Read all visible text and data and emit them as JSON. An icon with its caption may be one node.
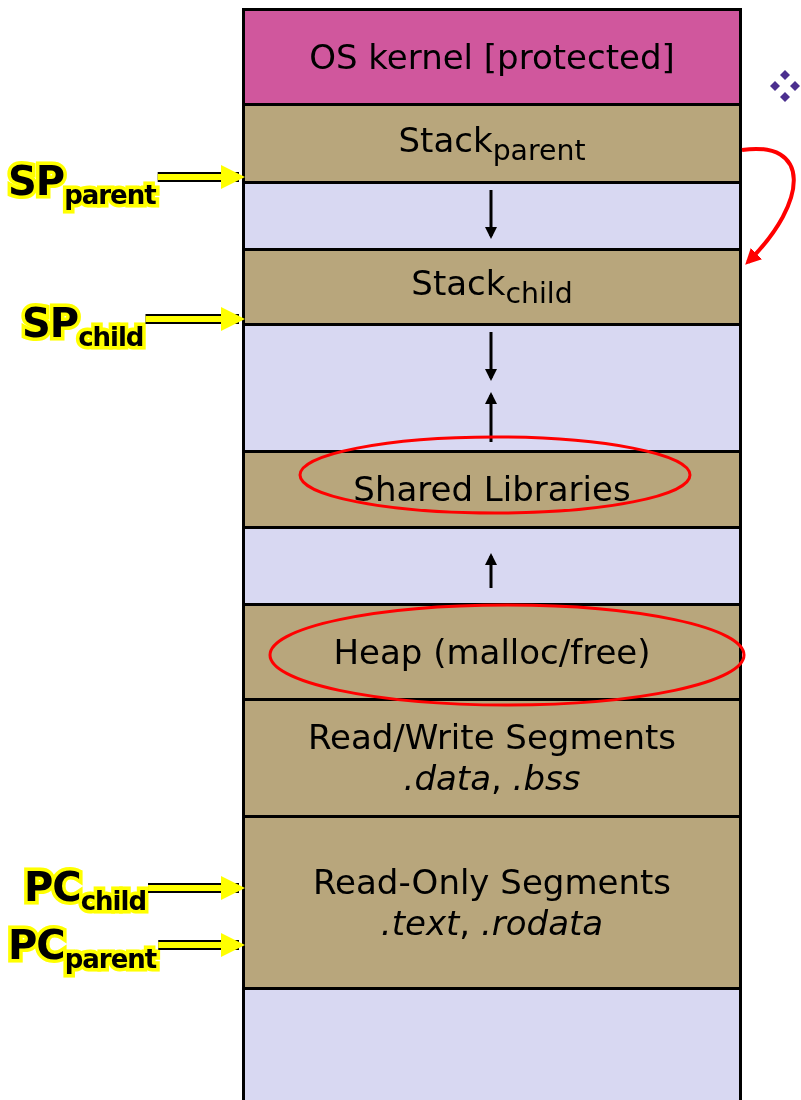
{
  "diagram": {
    "nodes": [
      {
        "text": [
          "OS kernel [protected]"
        ]
      },
      {
        "text": [
          "Stack$_{parent}$"
        ]
      },
      {
        "text": [],
        "shape": "box"
      },
      {
        "text": [
          "Stack$_{child}$"
        ]
      },
      {
        "text": [],
        "shape": "box"
      },
      {
        "text": [
          "Shared Libraries"
        ]
      },
      {
        "text": [],
        "shape": "box"
      },
      {
        "text": [
          "Heap (malloc/free)"
        ]
      },
      {
        "text": [
          "Read/Write Segments",
          "*.data*, *.bss*"
        ]
      },
      {
        "text": [
          "Read-Only Segments",
          "*.text*, *.rodata*"
        ]
      },
      {
        "text": [],
        "shape": "box"
      },
      {
        "text": [
          "SP$_{parent}$"
        ]
      },
      {
        "text": [
          "SP$_{child}$"
        ]
      },
      {
        "text": [
          "PC$_{child}$"
        ]
      },
      {
        "text": [
          "PC$_{parent}$"
        ]
      }
    ],
    "edges": [
      {
        "from": 11,
        "to": 1,
        "arrow": "to"
      },
      {
        "from": 12,
        "to": 3,
        "arrow": "to"
      },
      {
        "from": 13,
        "to": 9,
        "arrow": "to"
      },
      {
        "from": 14,
        "to": 9,
        "arrow": "to"
      },
      {
        "from": 1,
        "to": 3,
        "arrow": "to",
        "color": "#ff0000"
      }
    ]
  }
}
